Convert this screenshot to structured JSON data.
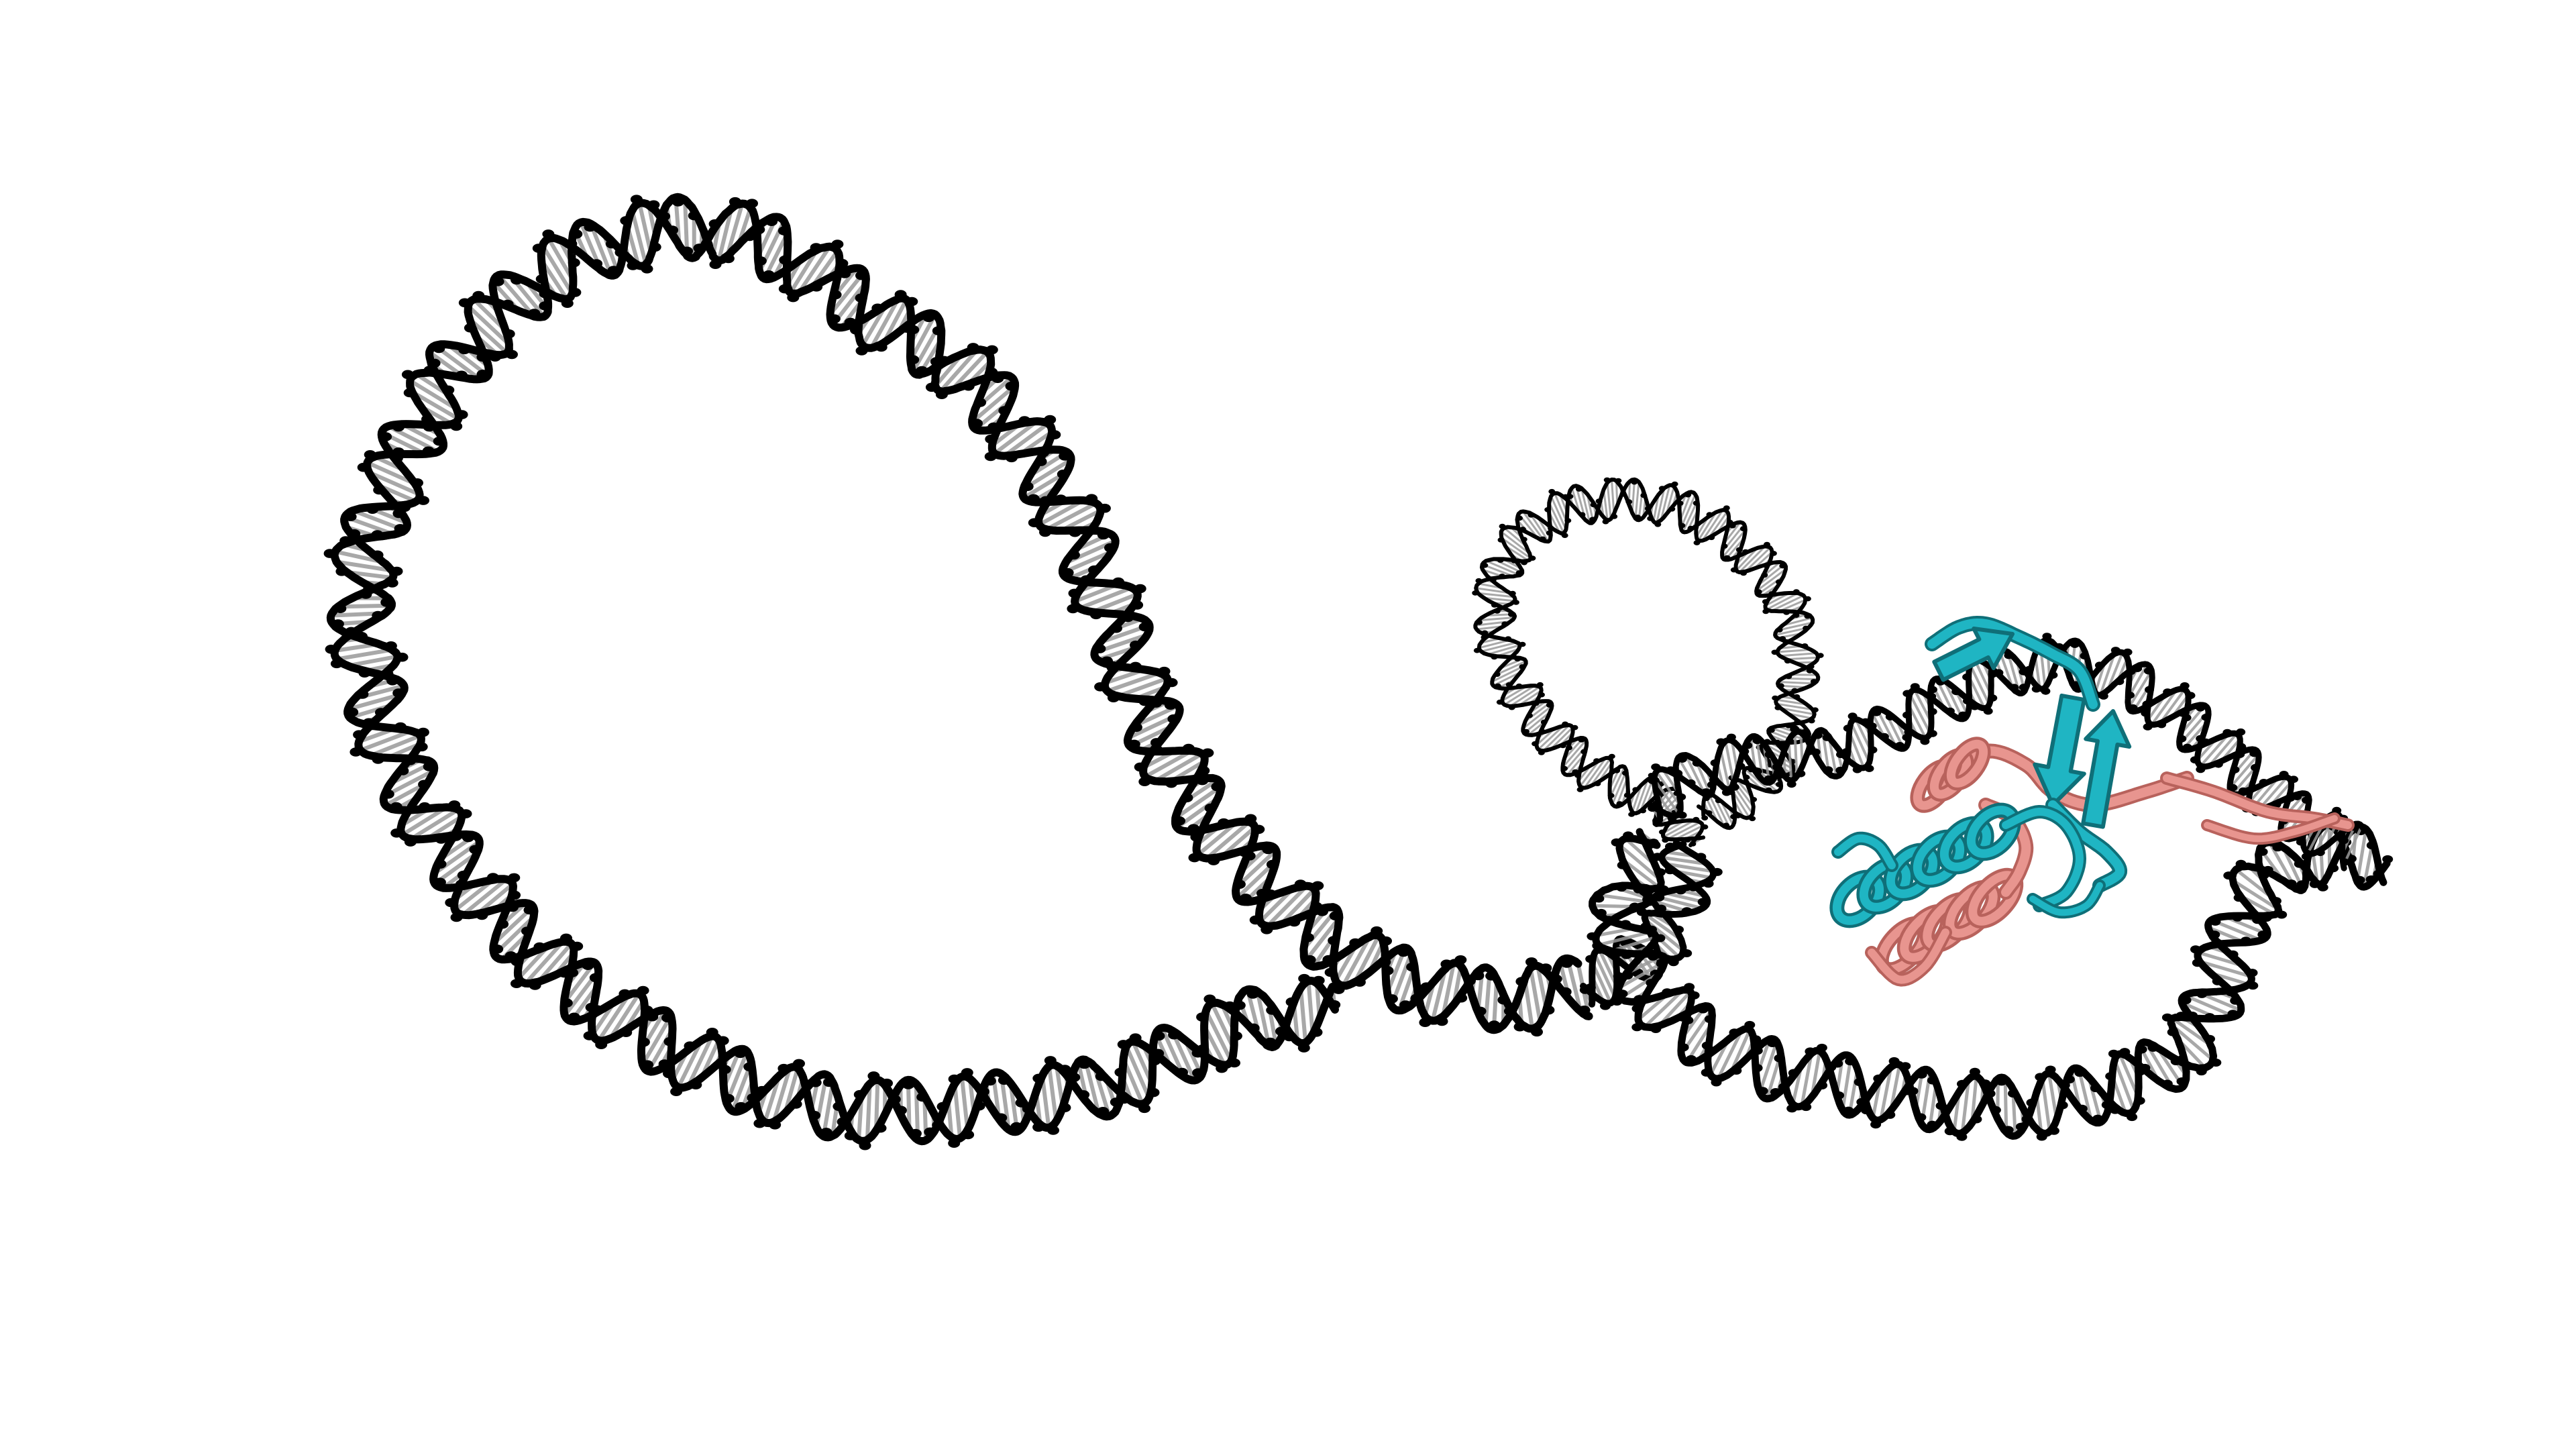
{
  "scene": {
    "background": "#ffffff",
    "dna": {
      "backbone_color": "#000000",
      "base_color": "#9a9a9a",
      "segments": [
        "large-loop",
        "connector",
        "small-loop",
        "terminal-coil"
      ]
    },
    "protein": {
      "chains": [
        {
          "color": "#1fb5c3",
          "dark_color": "#0f6f78"
        },
        {
          "color": "#e8958f",
          "dark_color": "#b8625c"
        }
      ]
    }
  }
}
